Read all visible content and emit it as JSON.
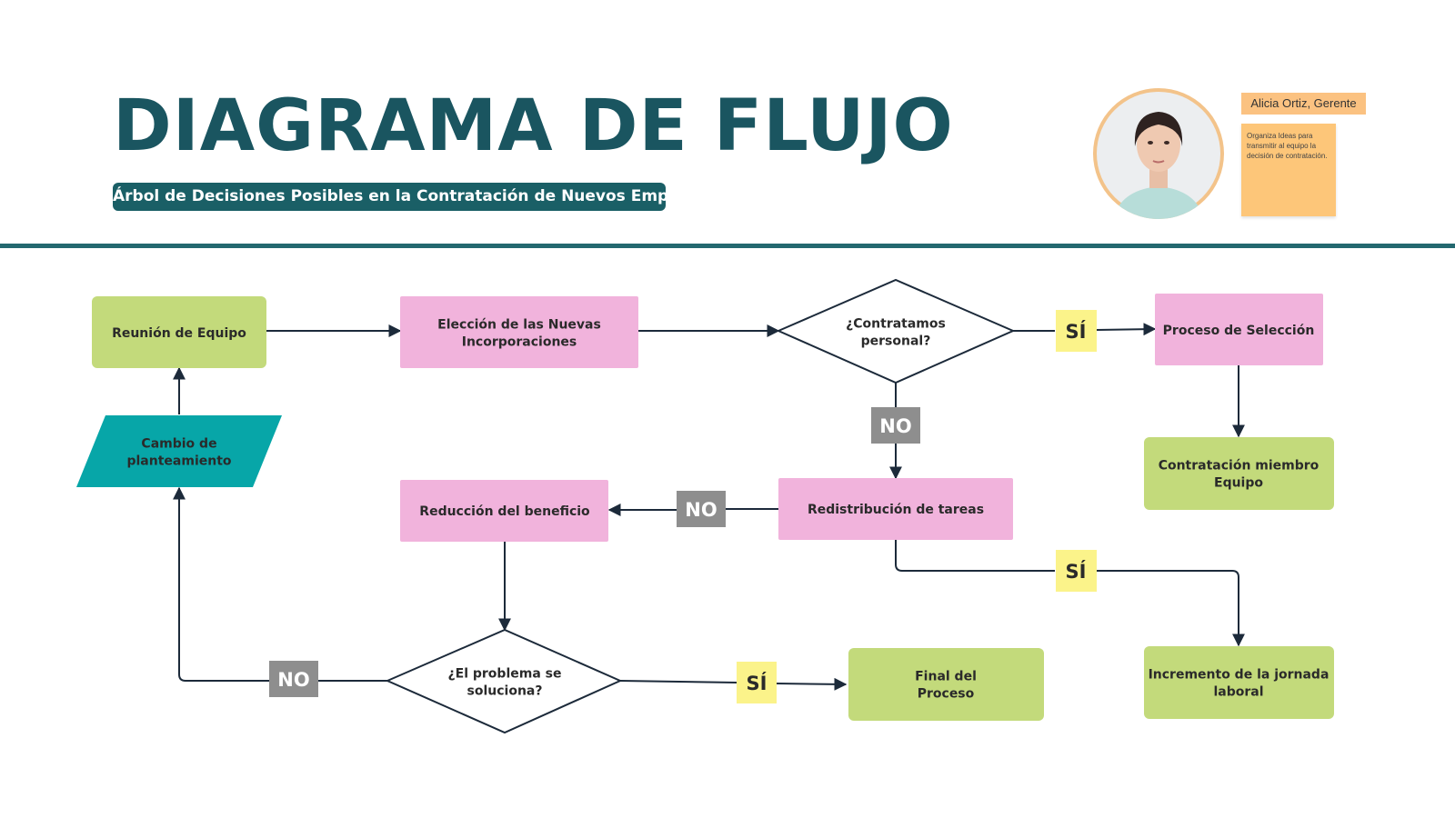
{
  "header": {
    "title": "DIAGRAMA DE FLUJO",
    "subtitle": "Árbol de Decisiones Posibles en la Contratación de Nuevos Empleados"
  },
  "author": {
    "label": "Alicia Ortiz, Gerente",
    "note": "Organiza Ideas para transmitir al equipo la decisión de contratación."
  },
  "colors": {
    "title": "#1a5560",
    "green": "#c3da7b",
    "pink": "#f1b3dc",
    "teal": "#07a6a8",
    "yes_badge": "#fbf38a",
    "no_badge": "#8e8e8e",
    "line": "#1c2a3a"
  },
  "nodes": {
    "reunion": {
      "lines": [
        "Reunión de Equipo"
      ]
    },
    "eleccion": {
      "lines": [
        "Elección de las Nuevas",
        "Incorporaciones"
      ]
    },
    "contratamos": {
      "lines": [
        "¿Contratamos",
        "personal?"
      ]
    },
    "proceso": {
      "lines": [
        "Proceso de Selección"
      ]
    },
    "contratacion": {
      "lines": [
        "Contratación miembro",
        "Equipo"
      ]
    },
    "cambio": {
      "lines": [
        "Cambio de",
        "planteamiento"
      ]
    },
    "redistribucion": {
      "lines": [
        "Redistribución de tareas"
      ]
    },
    "reduccion": {
      "lines": [
        "Reducción del beneficio"
      ]
    },
    "problema": {
      "lines": [
        "¿El problema se",
        "soluciona?"
      ]
    },
    "final": {
      "lines": [
        "Final del",
        "Proceso"
      ]
    },
    "incremento": {
      "lines": [
        "Incremento de la jornada",
        "laboral"
      ]
    }
  },
  "labels": {
    "yes": "SÍ",
    "no": "NO"
  }
}
